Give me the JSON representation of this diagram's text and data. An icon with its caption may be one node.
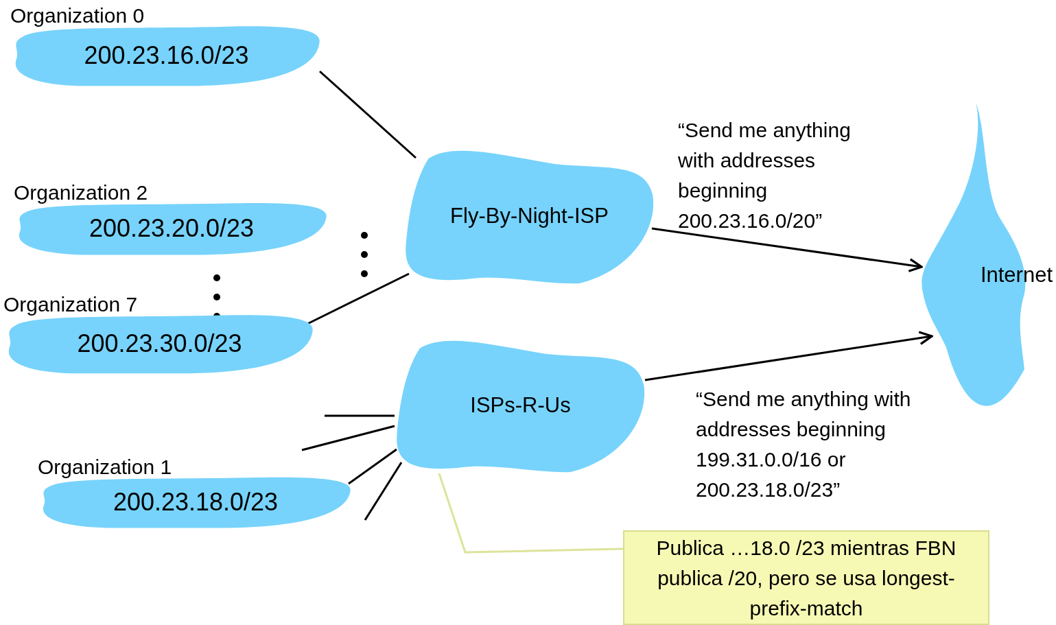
{
  "diagram": {
    "nodes": [
      {
        "text": [
          "Organization 0",
          "200.23.16.0/23"
        ]
      },
      {
        "text": [
          "Organization 2",
          "200.23.20.0/23"
        ]
      },
      {
        "text": [
          "Organization 7",
          "200.23.30.0/23"
        ]
      },
      {
        "text": [
          "Fly-By-Night-ISP"
        ]
      },
      {
        "text": [
          "ISPs-R-Us"
        ]
      },
      {
        "text": [
          "Organization 1",
          "200.23.18.0/23"
        ]
      },
      {
        "text": [
          "Internet"
        ]
      },
      {
        "text": [
          "Publica …18.0 /23 mientras FBN publica /20, pero se usa longest-prefix-match"
        ]
      }
    ],
    "edges": [
      {
        "from": 0,
        "to": 3,
        "arrow": "none"
      },
      {
        "from": 2,
        "to": 3,
        "arrow": "none"
      },
      {
        "from": 3,
        "to": 6,
        "arrow": "to",
        "label": "“Send me anything with addresses beginning 200.23.16.0/20”"
      },
      {
        "from": 4,
        "to": 6,
        "arrow": "to",
        "label": "“Send me anything with addresses beginning 199.31.0.0/16 or 200.23.18.0/23”"
      },
      {
        "from": 5,
        "to": 4,
        "arrow": "none"
      },
      {
        "from": 4,
        "to": null,
        "arrow": "none"
      },
      {
        "from": 4,
        "to": null,
        "arrow": "none"
      },
      {
        "from": 4,
        "to": null,
        "arrow": "none"
      },
      {
        "from": 7,
        "to": 4,
        "arrow": "none",
        "color": "#dde39a"
      }
    ]
  }
}
